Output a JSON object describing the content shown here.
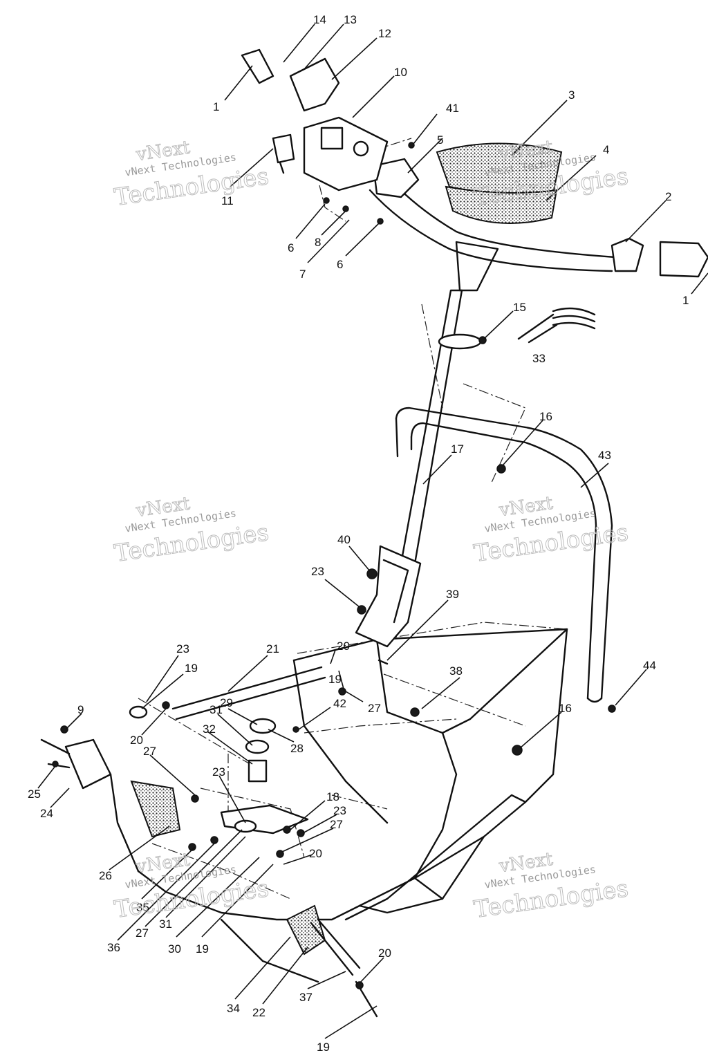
{
  "watermark": {
    "brand_line": "vNext",
    "company_line": "vNext Technologies",
    "big_line": "Technologies"
  },
  "callouts": [
    {
      "id": "c1a",
      "label": "1"
    },
    {
      "id": "c14",
      "label": "14"
    },
    {
      "id": "c13",
      "label": "13"
    },
    {
      "id": "c12",
      "label": "12"
    },
    {
      "id": "c10",
      "label": "10"
    },
    {
      "id": "c41",
      "label": "41"
    },
    {
      "id": "c3",
      "label": "3"
    },
    {
      "id": "c5",
      "label": "5"
    },
    {
      "id": "c4",
      "label": "4"
    },
    {
      "id": "c11",
      "label": "11"
    },
    {
      "id": "c2",
      "label": "2"
    },
    {
      "id": "c6a",
      "label": "6"
    },
    {
      "id": "c8",
      "label": "8"
    },
    {
      "id": "c7",
      "label": "7"
    },
    {
      "id": "c6b",
      "label": "6"
    },
    {
      "id": "c1b",
      "label": "1"
    },
    {
      "id": "c15",
      "label": "15"
    },
    {
      "id": "c33",
      "label": "33"
    },
    {
      "id": "c16a",
      "label": "16"
    },
    {
      "id": "c43",
      "label": "43"
    },
    {
      "id": "c17",
      "label": "17"
    },
    {
      "id": "c40",
      "label": "40"
    },
    {
      "id": "c23a",
      "label": "23"
    },
    {
      "id": "c39",
      "label": "39"
    },
    {
      "id": "c21",
      "label": "21"
    },
    {
      "id": "c23b",
      "label": "23"
    },
    {
      "id": "c20a",
      "label": "20"
    },
    {
      "id": "c19a",
      "label": "19"
    },
    {
      "id": "c19b",
      "label": "19"
    },
    {
      "id": "c27a",
      "label": "27"
    },
    {
      "id": "c38",
      "label": "38"
    },
    {
      "id": "c44",
      "label": "44"
    },
    {
      "id": "c9",
      "label": "9"
    },
    {
      "id": "c29",
      "label": "29"
    },
    {
      "id": "c31a",
      "label": "31"
    },
    {
      "id": "c42",
      "label": "42"
    },
    {
      "id": "c16b",
      "label": "16"
    },
    {
      "id": "c20b",
      "label": "20"
    },
    {
      "id": "c32",
      "label": "32"
    },
    {
      "id": "c28",
      "label": "28"
    },
    {
      "id": "c27b",
      "label": "27"
    },
    {
      "id": "c25",
      "label": "25"
    },
    {
      "id": "c24",
      "label": "24"
    },
    {
      "id": "c23c",
      "label": "23"
    },
    {
      "id": "c18",
      "label": "18"
    },
    {
      "id": "c23d",
      "label": "23"
    },
    {
      "id": "c27c",
      "label": "27"
    },
    {
      "id": "c26",
      "label": "26"
    },
    {
      "id": "c20c",
      "label": "20"
    },
    {
      "id": "c35",
      "label": "35"
    },
    {
      "id": "c36",
      "label": "36"
    },
    {
      "id": "c27d",
      "label": "27"
    },
    {
      "id": "c31b",
      "label": "31"
    },
    {
      "id": "c30",
      "label": "30"
    },
    {
      "id": "c19c",
      "label": "19"
    },
    {
      "id": "c20d",
      "label": "20"
    },
    {
      "id": "c34",
      "label": "34"
    },
    {
      "id": "c22",
      "label": "22"
    },
    {
      "id": "c37",
      "label": "37"
    },
    {
      "id": "c19d",
      "label": "19"
    }
  ]
}
